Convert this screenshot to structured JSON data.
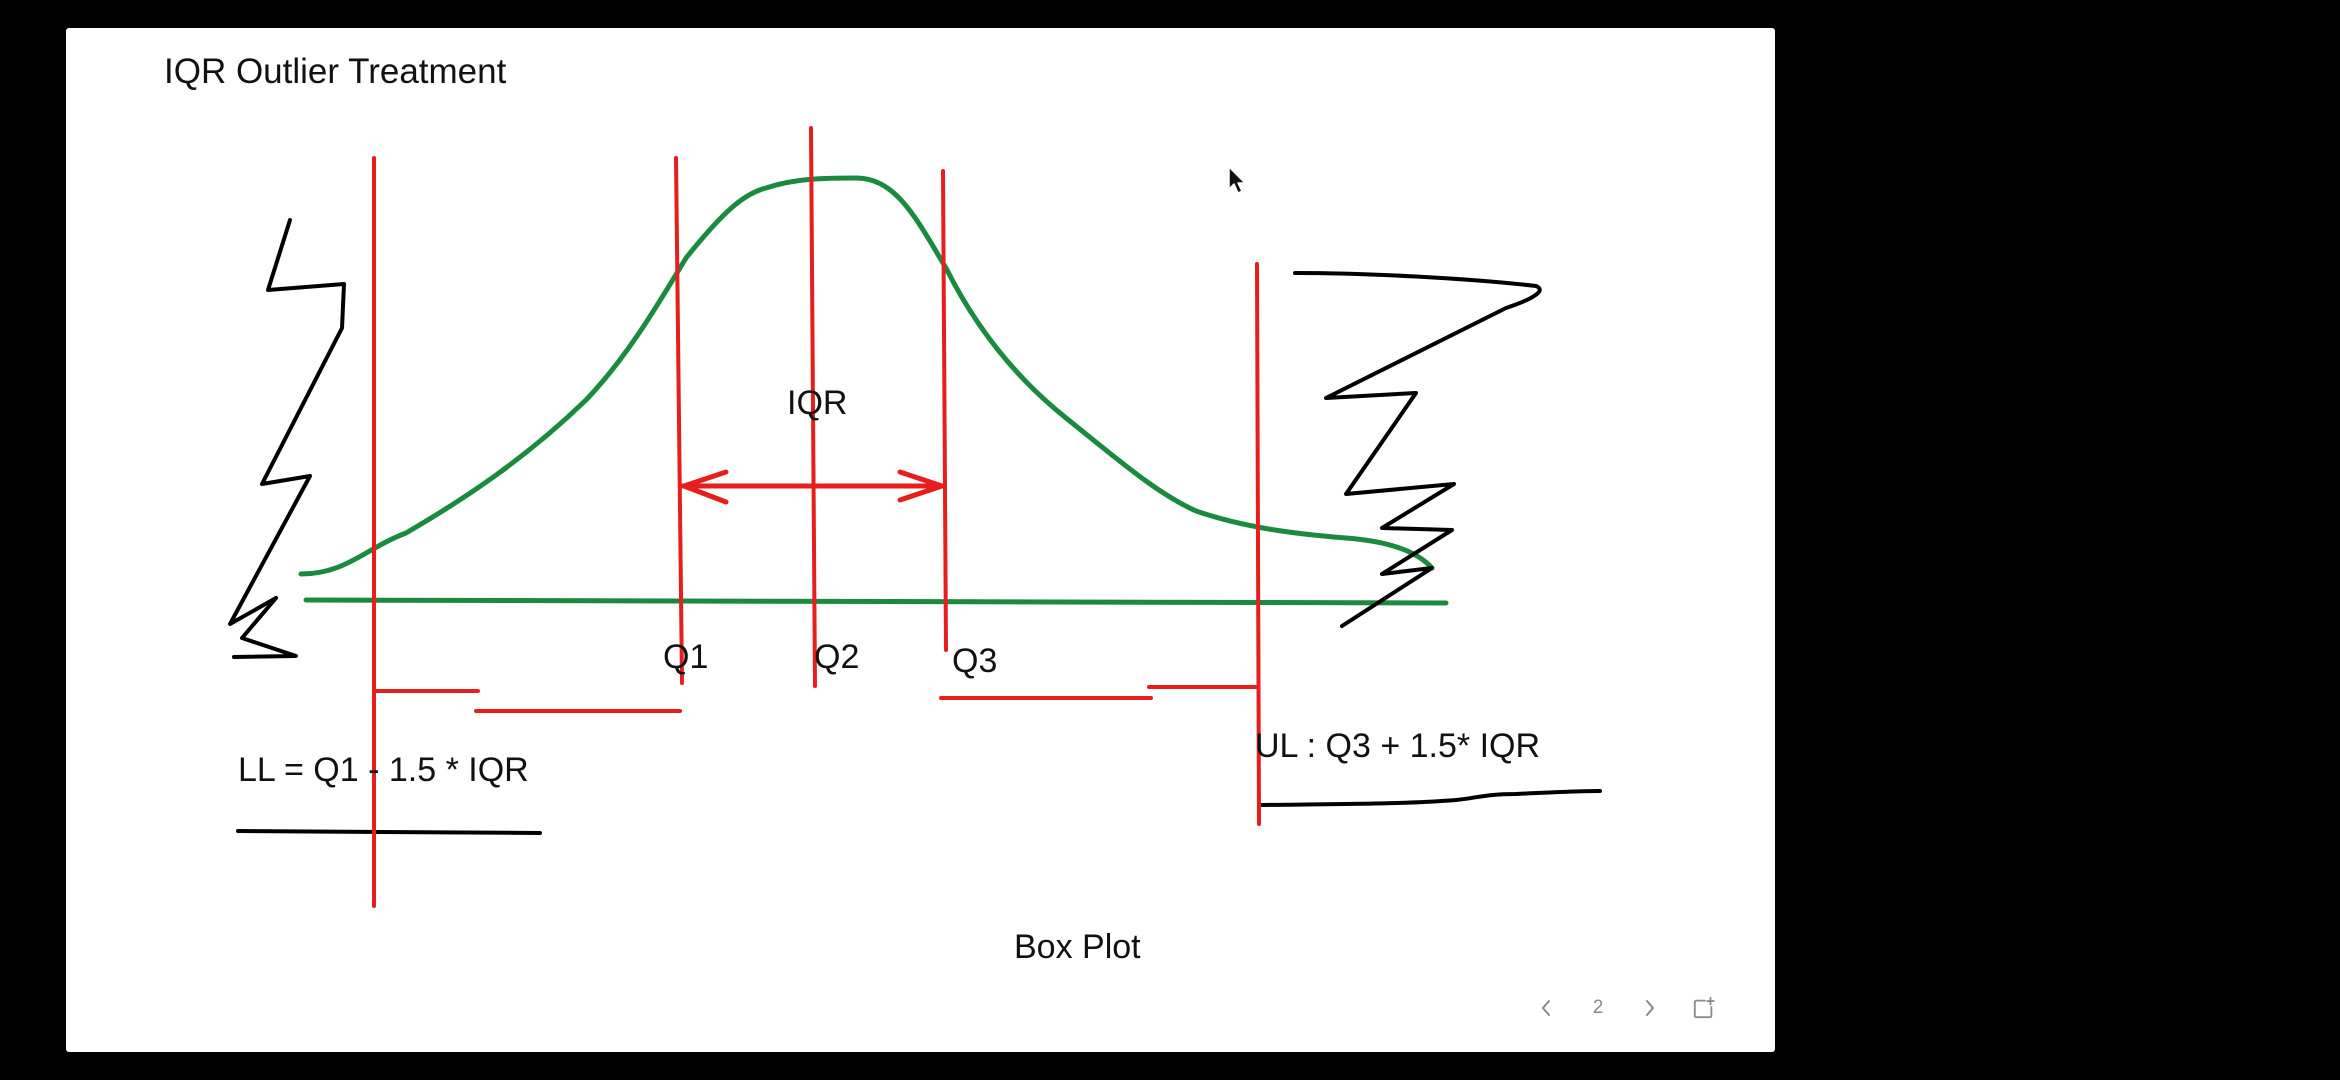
{
  "slide": {
    "title": "IQR Outlier Treatment",
    "caption": "Box Plot",
    "annotations": {
      "iqr": "IQR",
      "q1": "Q1",
      "q2": "Q2",
      "q3": "Q3",
      "lower_limit_formula": "LL = Q1 - 1.5 * IQR",
      "upper_limit_formula": "UL : Q3 + 1.5* IQR"
    },
    "colors": {
      "curve": "#1b8a3e",
      "markers": "#e61e1e",
      "ink": "#000000"
    }
  },
  "pager": {
    "prev_icon": "chevron-left-icon",
    "page_number": "2",
    "next_icon": "chevron-right-icon",
    "share_icon": "share-square-icon"
  },
  "cursor_icon": "mouse-pointer-icon"
}
